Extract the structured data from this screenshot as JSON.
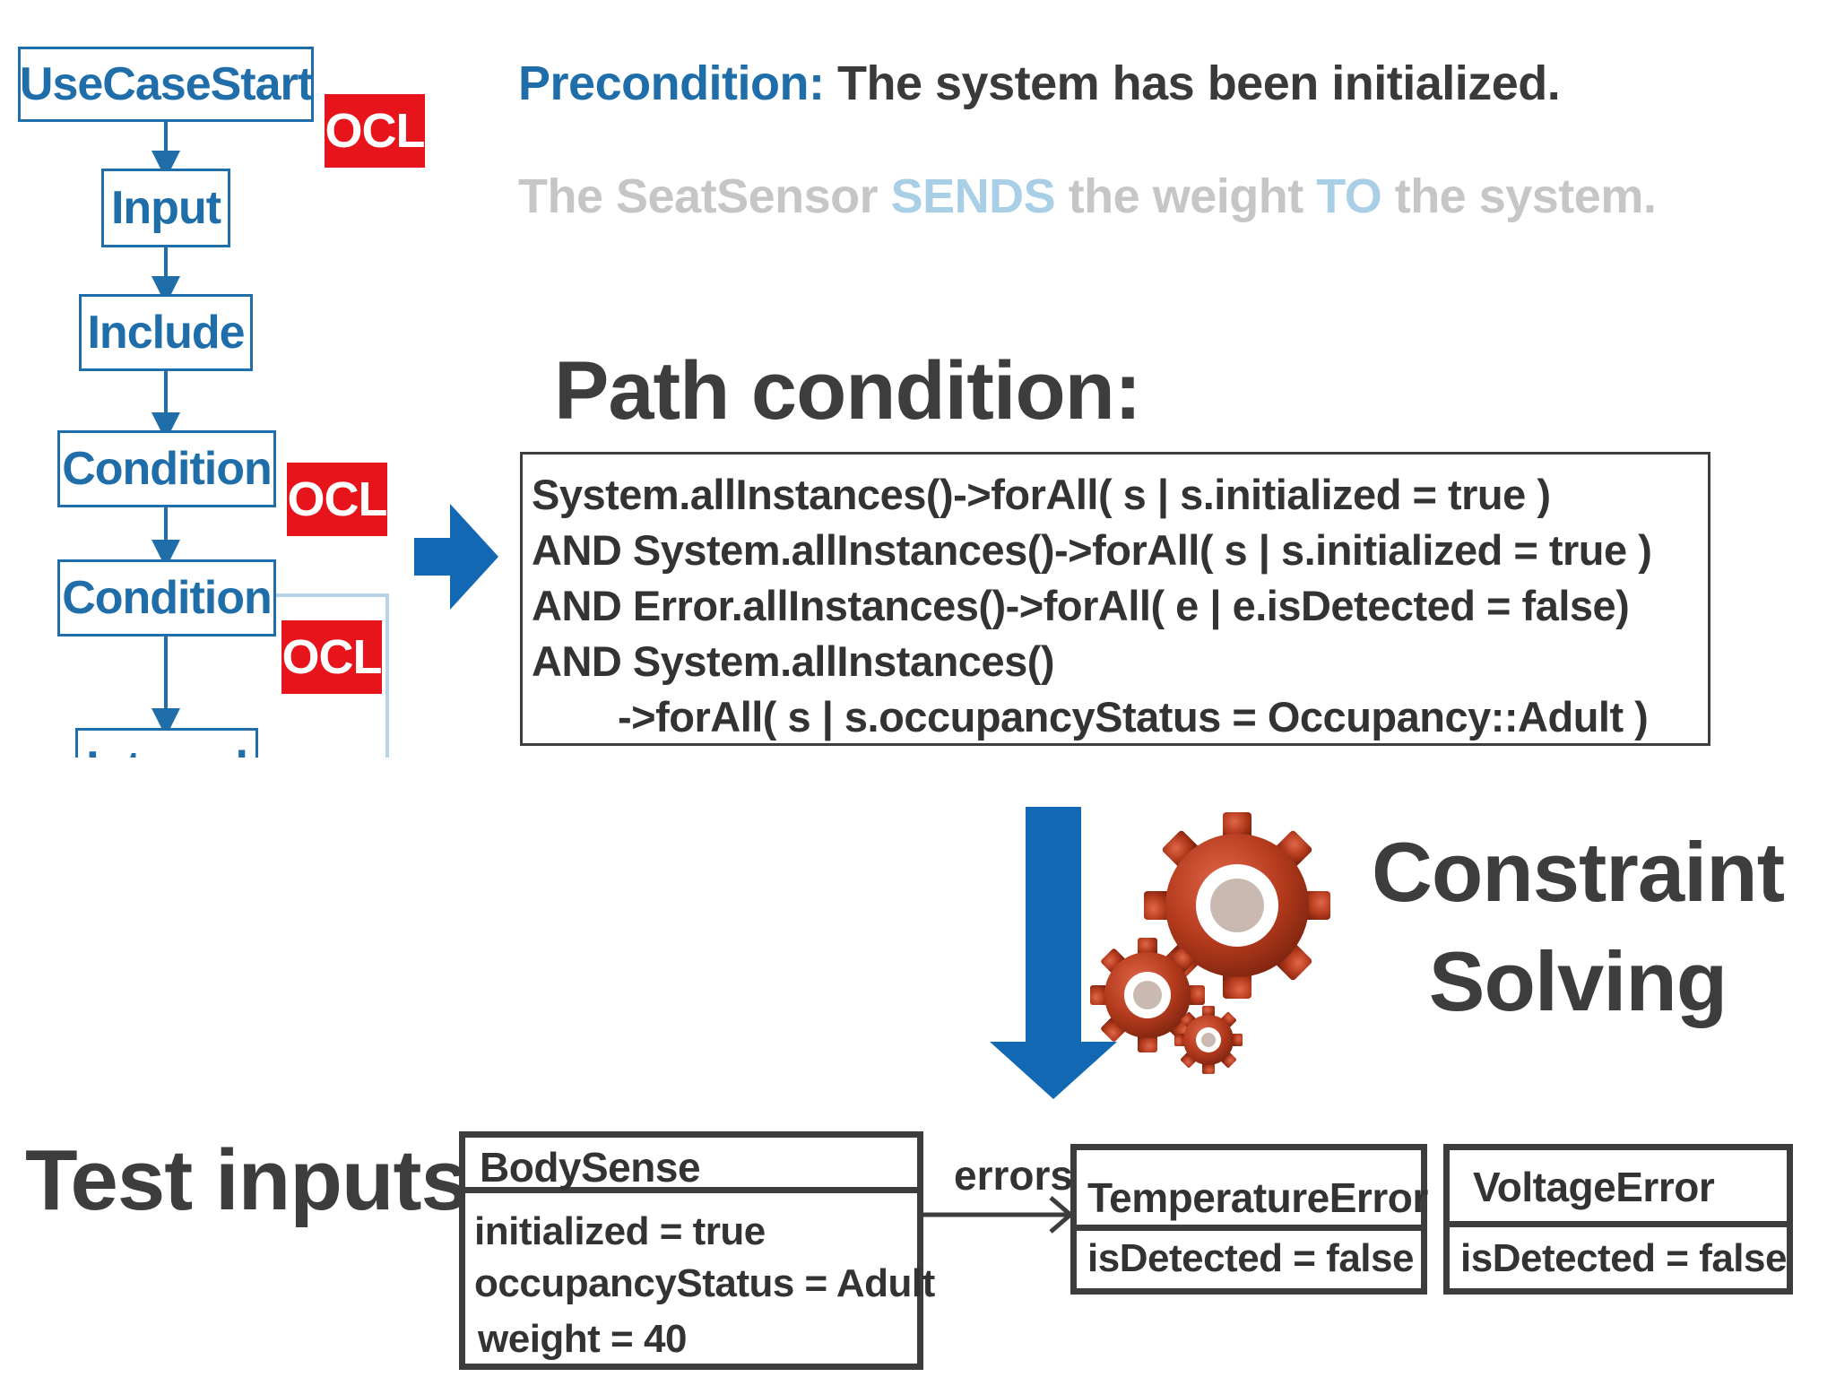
{
  "flowchart": {
    "nodes": [
      "UseCaseStart",
      "Input",
      "Include",
      "Condition",
      "Condition",
      "Internal"
    ],
    "ocl_badges": [
      "OCL",
      "OCL",
      "OCL"
    ]
  },
  "precondition": {
    "keyword": "Precondition:",
    "text": " The system has been initialized."
  },
  "sentence": {
    "parts": [
      "The SeatSensor ",
      "SENDS",
      " the weight ",
      "TO",
      " the system."
    ]
  },
  "path_condition": {
    "title": "Path condition:",
    "lines": [
      "System.allInstances()->forAll( s | s.initialized = true )",
      "AND System.allInstances()->forAll( s | s.initialized = true )",
      "AND Error.allInstances()->forAll( e | e.isDetected = false)",
      "AND System.allInstances()",
      "->forAll( s | s.occupancyStatus = Occupancy::Adult )"
    ]
  },
  "constraint_solving": {
    "line1": "Constraint",
    "line2": "Solving",
    "icon": "gears-icon"
  },
  "test_inputs": {
    "title": "Test inputs:",
    "body_sense": {
      "name": "BodySense",
      "attributes": [
        "initialized = true",
        "occupancyStatus = Adult",
        "weight = 40"
      ]
    },
    "association_label": "errors",
    "temperature_error": {
      "name": "TemperatureError",
      "attributes": [
        "isDetected = false"
      ]
    },
    "voltage_error": {
      "name": "VoltageError",
      "attributes": [
        "isDetected = false"
      ]
    }
  },
  "colors": {
    "flow_blue": "#1f6ea9",
    "ocl_red": "#e8141b",
    "arrow_blue": "#1268b3",
    "text_dark": "#3d3d3d",
    "faded_text": "#c6c6c6",
    "faded_blue": "#a9cfe6",
    "gear_red": "#b33a1c"
  }
}
